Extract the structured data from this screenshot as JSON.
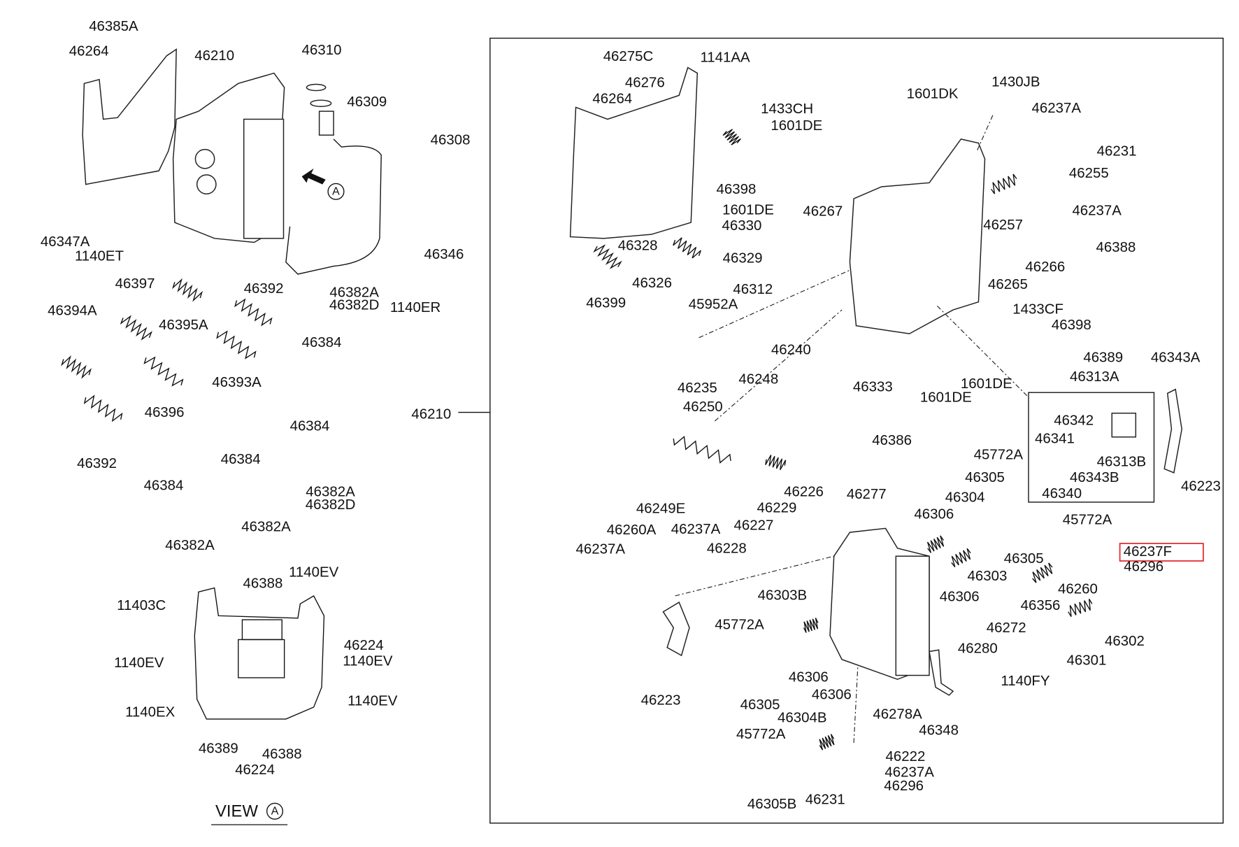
{
  "diagram": {
    "highlight_color": "#e0252b",
    "highlighted_label": "46237F",
    "view_label": "VIEW",
    "view_marker": "A",
    "arrow_marker": "A",
    "labels": [
      "46385A",
      "46264",
      "46210",
      "46310",
      "46309",
      "46308",
      "46347A",
      "1140ET",
      "46346",
      "1140ER",
      "46397",
      "46392",
      "46382A",
      "46382D",
      "46394A",
      "46395A",
      "46384",
      "46393A",
      "46396",
      "46384",
      "46384",
      "46392",
      "46382A",
      "46382D",
      "46384",
      "46382A",
      "46382A",
      "1140EV",
      "46388",
      "11403C",
      "46224",
      "1140EV",
      "1140EV",
      "1140EV",
      "1140EX",
      "46389",
      "46388",
      "46224",
      "46210",
      "46275C",
      "1141AA",
      "46276",
      "46264",
      "1433CH",
      "1601DE",
      "1601DK",
      "1430JB",
      "46237A",
      "46231",
      "46255",
      "46398",
      "1601DE",
      "46330",
      "46267",
      "46257",
      "46237A",
      "46328",
      "46329",
      "46326",
      "46266",
      "46388",
      "46265",
      "46399",
      "46312",
      "45952A",
      "1433CF",
      "46398",
      "46240",
      "46389",
      "46343A",
      "46313A",
      "46333",
      "1601DE",
      "46235",
      "46248",
      "1601DE",
      "46250",
      "46342",
      "46341",
      "46386",
      "45772A",
      "46313B",
      "46343B",
      "46305",
      "46223",
      "46226",
      "46340",
      "46304",
      "46277",
      "46249E",
      "46229",
      "46306",
      "45772A",
      "46260A",
      "46237A",
      "46227",
      "46237A",
      "46228",
      "46305",
      "46237F",
      "46296",
      "46303",
      "46306",
      "46260",
      "46303B",
      "46356",
      "45772A",
      "46272",
      "46302",
      "46280",
      "46301",
      "46306",
      "1140FY",
      "46223",
      "46305",
      "46306",
      "46278A",
      "46304B",
      "46348",
      "45772A",
      "46222",
      "46237A",
      "46296",
      "46231",
      "46305B"
    ]
  }
}
